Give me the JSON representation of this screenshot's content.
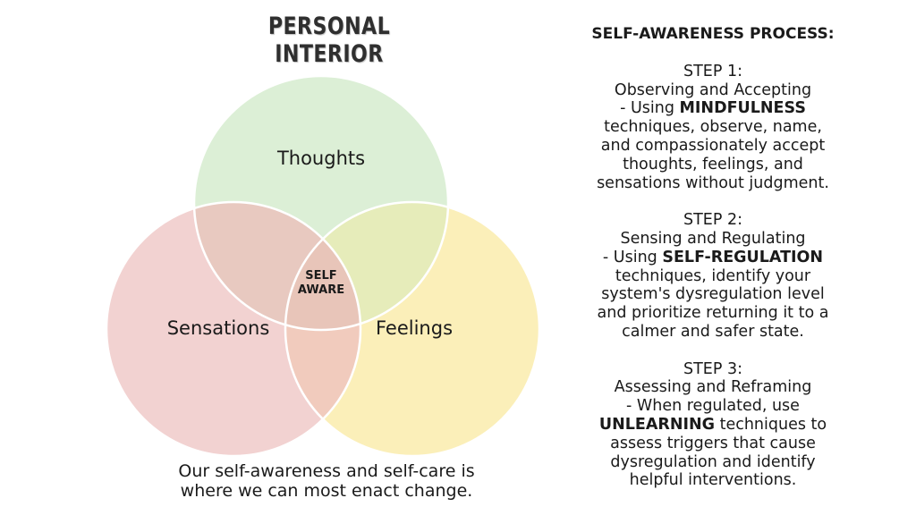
{
  "title": "PERSONAL INTERIOR",
  "venn": {
    "circles": [
      {
        "id": "thoughts",
        "label": "Thoughts",
        "color": "#dcefd6"
      },
      {
        "id": "sensations",
        "label": "Sensations",
        "color": "#f2d2d1"
      },
      {
        "id": "feelings",
        "label": "Feelings",
        "color": "#fbefb9"
      }
    ],
    "center_label_line1": "SELF",
    "center_label_line2": "AWARE",
    "overlap_colors": {
      "thoughts_sensations": "#e8c9c0",
      "thoughts_feelings": "#e6ecba",
      "sensations_feelings": "#f1cbbd",
      "center": "#e8c5b9"
    }
  },
  "caption": {
    "line1": "Our self-awareness and self-care is",
    "line2": "where we can most enact change."
  },
  "process": {
    "heading": "SELF-AWARENESS PROCESS:",
    "steps": [
      {
        "title": "STEP 1:",
        "subtitle": "Observing and Accepting",
        "lines": [
          {
            "pre": " - Using ",
            "bold": "MINDFULNESS",
            "post": ""
          },
          {
            "pre": "techniques, observe, name,",
            "bold": "",
            "post": ""
          },
          {
            "pre": "and compassionately accept",
            "bold": "",
            "post": ""
          },
          {
            "pre": "thoughts, feelings, and",
            "bold": "",
            "post": ""
          },
          {
            "pre": "sensations without judgment.",
            "bold": "",
            "post": ""
          }
        ]
      },
      {
        "title": "STEP 2:",
        "subtitle": "Sensing and Regulating",
        "lines": [
          {
            "pre": " - Using ",
            "bold": "SELF-REGULATION",
            "post": ""
          },
          {
            "pre": "techniques, identify your",
            "bold": "",
            "post": ""
          },
          {
            "pre": "system's dysregulation level",
            "bold": "",
            "post": ""
          },
          {
            "pre": "and prioritize returning it to a",
            "bold": "",
            "post": ""
          },
          {
            "pre": "calmer and safer state.",
            "bold": "",
            "post": ""
          }
        ]
      },
      {
        "title": "STEP 3:",
        "subtitle": "Assessing and Reframing",
        "lines": [
          {
            "pre": " - When regulated, use",
            "bold": "",
            "post": ""
          },
          {
            "pre": "",
            "bold": "UNLEARNING",
            "post": " techniques to"
          },
          {
            "pre": "assess triggers that cause",
            "bold": "",
            "post": ""
          },
          {
            "pre": "dysregulation and identify",
            "bold": "",
            "post": ""
          },
          {
            "pre": "helpful interventions.",
            "bold": "",
            "post": ""
          }
        ]
      }
    ]
  }
}
